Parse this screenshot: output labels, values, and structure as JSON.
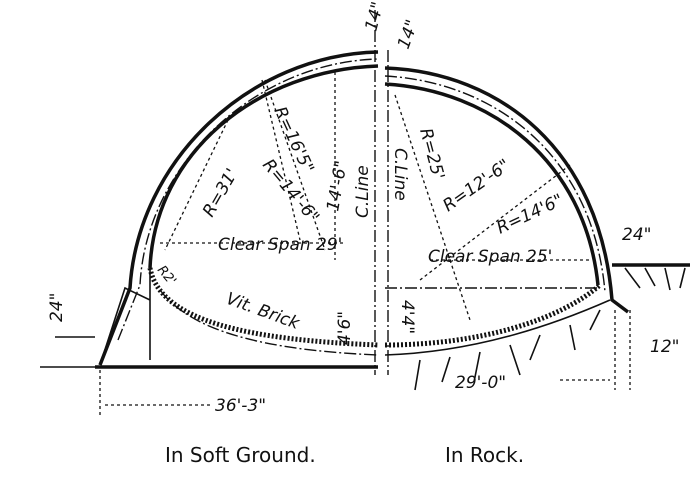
{
  "labels": {
    "crown_left": "14\"",
    "crown_right": "14\"",
    "r_16_5": "R=16'5\"",
    "rise_left": "14'-6\"",
    "cline_left": "C.Line",
    "cline_right": "C.Line",
    "r_25": "R=25'",
    "r_31": "R=31'",
    "r_14_6_left": "R=14'-6\"",
    "span_left": "Clear Span 29'",
    "span_right": "Clear Span 25'",
    "r_12_6": "R=12'-6\"",
    "r_14_6_right": "R=14'6\"",
    "wall_right": "24\"",
    "r_2": "R2'",
    "vit_brick": "Vit. Brick",
    "invert_left": "4'6\"",
    "invert_right": "4'4\"",
    "footing_left": "24\"",
    "width_left": "36'-3\"",
    "width_right": "29'-0\"",
    "footing_right": "12\""
  },
  "captions": {
    "left": "In Soft Ground.",
    "right": "In Rock."
  }
}
